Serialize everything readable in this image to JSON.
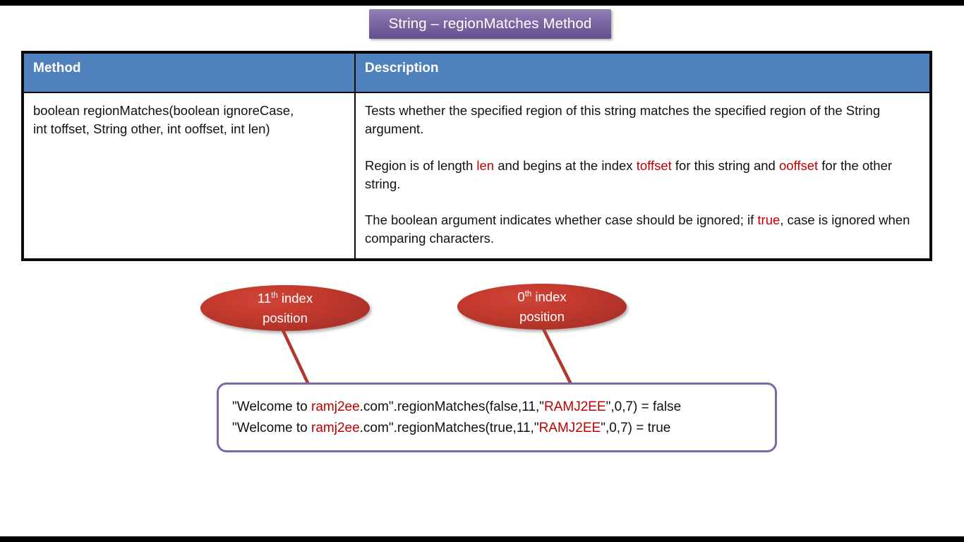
{
  "slide": {
    "title": "String – regionMatches Method",
    "accent_purple": "#7f66a4",
    "header_blue": "#4f81bd",
    "highlight_red": "#c00000",
    "callout_red": "#c33a2d"
  },
  "table": {
    "columns": [
      "Method",
      "Description"
    ],
    "rows": [
      {
        "method": "boolean regionMatches(boolean ignoreCase, int toffset, String other, int ooffset, int len)",
        "method_line1": "boolean regionMatches(boolean ignoreCase,",
        "method_line2": "int toffset, String other, int ooffset, int len)",
        "description_paragraphs": [
          {
            "segments": [
              {
                "text": "Tests whether the specified region of this string matches the specified region of the String argument.",
                "style": "normal"
              }
            ]
          },
          {
            "segments": [
              {
                "text": "Region is of length ",
                "style": "normal"
              },
              {
                "text": "len",
                "style": "red"
              },
              {
                "text": " and begins at the index ",
                "style": "normal"
              },
              {
                "text": "toffset",
                "style": "red"
              },
              {
                "text": " for this string and ",
                "style": "normal"
              },
              {
                "text": "ooffset",
                "style": "red"
              },
              {
                "text": " for the other string.",
                "style": "normal"
              }
            ]
          },
          {
            "segments": [
              {
                "text": "The boolean argument indicates whether case should be ignored; if ",
                "style": "normal"
              },
              {
                "text": "true",
                "style": "red"
              },
              {
                "text": ", case is ignored when comparing characters.",
                "style": "normal"
              }
            ]
          }
        ]
      }
    ]
  },
  "callouts": [
    {
      "id": "left",
      "number": "11",
      "ordinal_suffix": "th",
      "label_rest": " index",
      "line2": "position"
    },
    {
      "id": "right",
      "number": "0",
      "ordinal_suffix": "th",
      "label_rest": " index",
      "line2": "position"
    }
  ],
  "code_box": {
    "lines": [
      {
        "segments": [
          {
            "text": "\"Welcome to ",
            "style": "normal"
          },
          {
            "text": "ramj2ee",
            "style": "red"
          },
          {
            "text": ".com\".regionMatches(false,11,\"",
            "style": "normal"
          },
          {
            "text": "RAMJ2EE",
            "style": "red"
          },
          {
            "text": "\",0,7) = false",
            "style": "normal"
          }
        ]
      },
      {
        "segments": [
          {
            "text": "\"Welcome to ",
            "style": "normal"
          },
          {
            "text": "ramj2ee",
            "style": "red"
          },
          {
            "text": ".com\".regionMatches(true,11,\"",
            "style": "normal"
          },
          {
            "text": "RAMJ2EE",
            "style": "red"
          },
          {
            "text": "\",0,7) = true",
            "style": "normal"
          }
        ]
      }
    ]
  }
}
